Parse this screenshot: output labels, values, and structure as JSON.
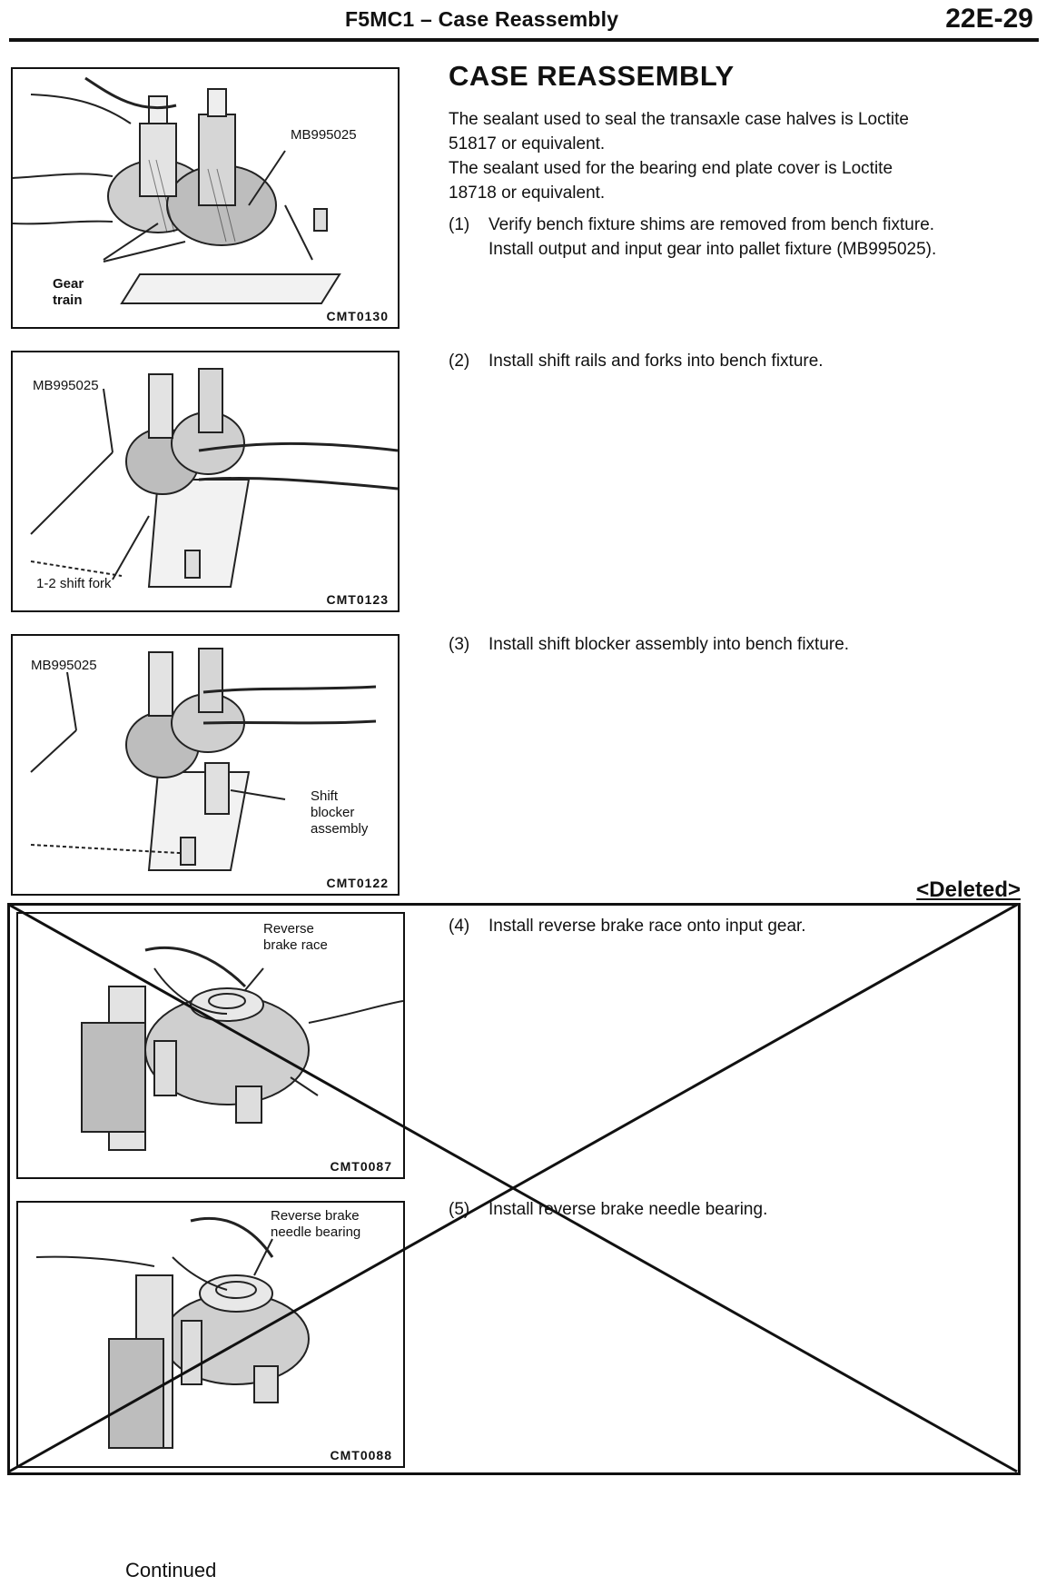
{
  "header": {
    "title": "F5MC1 – Case Reassembly",
    "page": "22E-29"
  },
  "section": {
    "title": "CASE REASSEMBLY",
    "paragraphs": [
      {
        "line1": "The sealant used to seal the transaxle case halves is Loctite",
        "line2": "51817 or equivalent."
      },
      {
        "line1": "The sealant used for the bearing end plate cover is Loctite",
        "line2": "18718 or equivalent."
      }
    ]
  },
  "steps": [
    {
      "num": "(1)",
      "line1": "Verify bench fixture shims are removed from bench fixture.",
      "line2": "Install output and input gear into pallet fixture (MB995025)."
    },
    {
      "num": "(2)",
      "line1": "Install shift rails and forks into bench fixture."
    },
    {
      "num": "(3)",
      "line1": "Install shift blocker assembly into bench fixture."
    },
    {
      "num": "(4)",
      "line1": "Install reverse brake race onto input gear."
    },
    {
      "num": "(5)",
      "line1": "Install reverse brake needle bearing."
    }
  ],
  "figures": [
    {
      "code": "CMT0130",
      "labels": [
        "MB995025",
        "Gear",
        "train"
      ]
    },
    {
      "code": "CMT0123",
      "labels": [
        "MB995025",
        "1-2 shift fork"
      ]
    },
    {
      "code": "CMT0122",
      "labels": [
        "MB995025",
        "Shift",
        "blocker",
        "assembly"
      ]
    },
    {
      "code": "CMT0087",
      "labels": [
        "Reverse",
        "brake race"
      ]
    },
    {
      "code": "CMT0088",
      "labels": [
        "Reverse brake",
        "needle bearing"
      ]
    }
  ],
  "deleted_label": "<Deleted>",
  "footer": {
    "continued": "Continued"
  }
}
